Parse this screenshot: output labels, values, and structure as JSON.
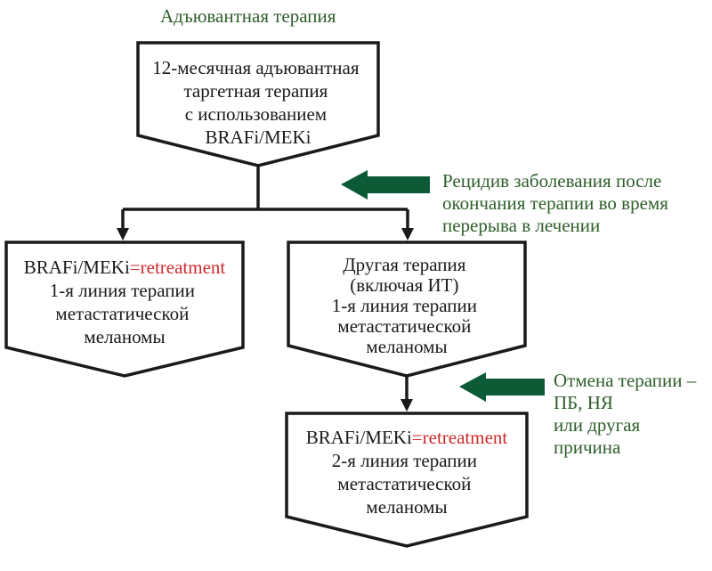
{
  "title": "Адъювантная терапия",
  "top_box": {
    "lines": [
      "12-месячная адъювантная",
      "таргетная терапия",
      "с использованием",
      "BRAFi/MEKi"
    ]
  },
  "note_relapse": {
    "lines": [
      "Рецидив заболевания после",
      "окончания терапии во время",
      "перерыва в лечении"
    ]
  },
  "left_box": {
    "prefix": "BRAFi/MEKi",
    "eq": "=",
    "retreatment": "retreatment",
    "lines": [
      "1-я линия терапии",
      "метастатической",
      "меланомы"
    ]
  },
  "right_box": {
    "lines": [
      "Другая терапия",
      "(включая ИТ)",
      "1-я линия терапии",
      "метастатической",
      "меланомы"
    ]
  },
  "note_cancel": {
    "lines": [
      "Отмена терапии –",
      "ПБ, НЯ",
      "или другая",
      "причина"
    ]
  },
  "bottom_box": {
    "prefix": "BRAFi/MEKi",
    "eq": "=",
    "retreatment": "retreatment",
    "lines": [
      "2-я линия терапии",
      "метастатической",
      "меланомы"
    ]
  }
}
